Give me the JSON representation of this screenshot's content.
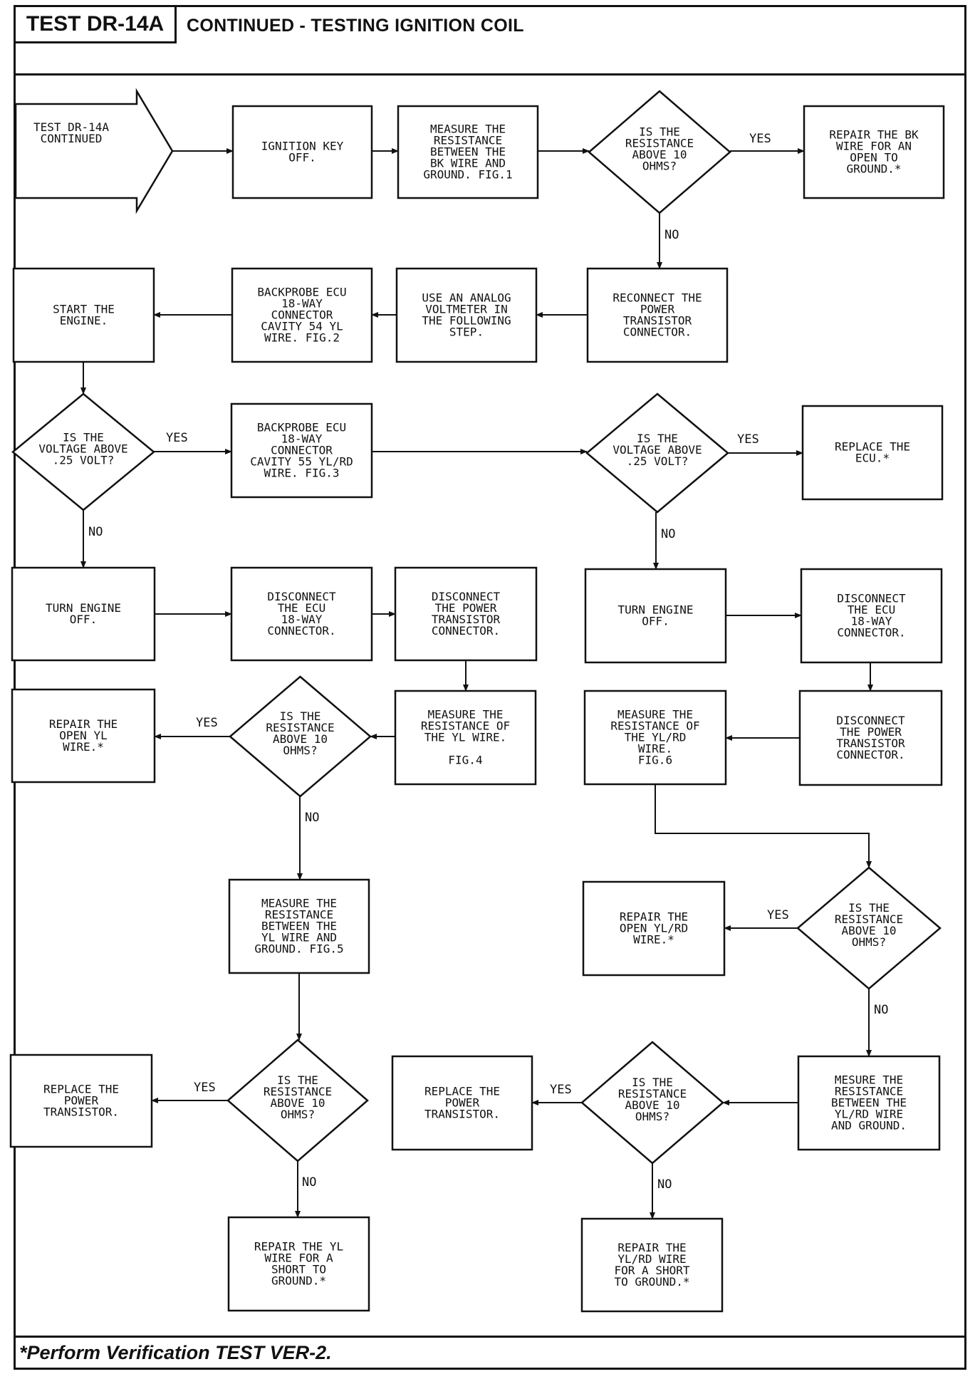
{
  "header": {
    "test_id": "TEST DR-14A",
    "title": "CONTINUED - TESTING IGNITION COIL"
  },
  "footer": {
    "note": "*Perform Verification TEST VER-2."
  },
  "flowchart": {
    "nodes": [
      {
        "id": "start",
        "shape": "arrow",
        "lines": [
          "TEST DR-14A",
          "CONTINUED"
        ]
      },
      {
        "id": "key-off",
        "shape": "box",
        "lines": [
          "IGNITION KEY",
          "OFF."
        ]
      },
      {
        "id": "measure-bk",
        "shape": "box",
        "lines": [
          "MEASURE THE",
          "RESISTANCE",
          "BETWEEN THE",
          "BK WIRE AND",
          "GROUND. FIG.1"
        ]
      },
      {
        "id": "q-bk-res",
        "shape": "diamond",
        "lines": [
          "IS THE",
          "RESISTANCE",
          "ABOVE 10",
          "OHMS?"
        ]
      },
      {
        "id": "repair-bk",
        "shape": "box",
        "lines": [
          "REPAIR THE BK",
          "WIRE FOR AN",
          "OPEN TO",
          "GROUND.*"
        ]
      },
      {
        "id": "reconnect-pt",
        "shape": "box",
        "lines": [
          "RECONNECT THE",
          "POWER",
          "TRANSISTOR",
          "CONNECTOR."
        ]
      },
      {
        "id": "use-voltmeter",
        "shape": "box",
        "lines": [
          "USE AN ANALOG",
          "VOLTMETER IN",
          "THE FOLLOWING",
          "STEP."
        ]
      },
      {
        "id": "backprobe-54",
        "shape": "box",
        "lines": [
          "BACKPROBE ECU",
          "18-WAY",
          "CONNECTOR",
          "CAVITY 54 YL",
          "WIRE. FIG.2"
        ]
      },
      {
        "id": "start-engine",
        "shape": "box",
        "lines": [
          "START THE",
          "ENGINE."
        ]
      },
      {
        "id": "q-volt-1",
        "shape": "diamond",
        "lines": [
          "IS THE",
          "VOLTAGE ABOVE",
          ".25 VOLT?"
        ]
      },
      {
        "id": "backprobe-55",
        "shape": "box",
        "lines": [
          "BACKPROBE ECU",
          "18-WAY",
          "CONNECTOR",
          "CAVITY 55 YL/RD",
          "WIRE. FIG.3"
        ]
      },
      {
        "id": "q-volt-2",
        "shape": "diamond",
        "lines": [
          "IS THE",
          "VOLTAGE ABOVE",
          ".25 VOLT?"
        ]
      },
      {
        "id": "replace-ecu",
        "shape": "box",
        "lines": [
          "REPLACE THE",
          "ECU.*"
        ]
      },
      {
        "id": "engine-off-1",
        "shape": "box",
        "lines": [
          "TURN ENGINE",
          "OFF."
        ]
      },
      {
        "id": "disc-ecu-1",
        "shape": "box",
        "lines": [
          "DISCONNECT",
          "THE ECU",
          "18-WAY",
          "CONNECTOR."
        ]
      },
      {
        "id": "disc-pt-1",
        "shape": "box",
        "lines": [
          "DISCONNECT",
          "THE POWER",
          "TRANSISTOR",
          "CONNECTOR."
        ]
      },
      {
        "id": "engine-off-2",
        "shape": "box",
        "lines": [
          "TURN ENGINE",
          "OFF."
        ]
      },
      {
        "id": "disc-ecu-2",
        "shape": "box",
        "lines": [
          "DISCONNECT",
          "THE ECU",
          "18-WAY",
          "CONNECTOR."
        ]
      },
      {
        "id": "repair-open-yl",
        "shape": "box",
        "lines": [
          "REPAIR THE",
          "OPEN YL",
          "WIRE.*"
        ]
      },
      {
        "id": "q-yl-res",
        "shape": "diamond",
        "lines": [
          "IS THE",
          "RESISTANCE",
          "ABOVE 10",
          "OHMS?"
        ]
      },
      {
        "id": "measure-yl",
        "shape": "box",
        "lines": [
          "MEASURE THE",
          "RESISTANCE OF",
          "THE YL WIRE.",
          "",
          "FIG.4"
        ]
      },
      {
        "id": "measure-ylrd",
        "shape": "box",
        "lines": [
          "MEASURE THE",
          "RESISTANCE OF",
          "THE YL/RD",
          "WIRE.",
          "FIG.6"
        ]
      },
      {
        "id": "disc-pt-2",
        "shape": "box",
        "lines": [
          "DISCONNECT",
          "THE POWER",
          "TRANSISTOR",
          "CONNECTOR."
        ]
      },
      {
        "id": "measure-yl-gnd",
        "shape": "box",
        "lines": [
          "MEASURE THE",
          "RESISTANCE",
          "BETWEEN THE",
          "YL WIRE AND",
          "GROUND. FIG.5"
        ]
      },
      {
        "id": "repair-open-ylrd",
        "shape": "box",
        "lines": [
          "REPAIR THE",
          "OPEN YL/RD",
          "WIRE.*"
        ]
      },
      {
        "id": "q-ylrd-res",
        "shape": "diamond",
        "lines": [
          "IS THE",
          "RESISTANCE",
          "ABOVE 10",
          "OHMS?"
        ]
      },
      {
        "id": "replace-pt-1",
        "shape": "box",
        "lines": [
          "REPLACE THE",
          "POWER",
          "TRANSISTOR."
        ]
      },
      {
        "id": "q-yl-gnd-res",
        "shape": "diamond",
        "lines": [
          "IS THE",
          "RESISTANCE",
          "ABOVE 10",
          "OHMS?"
        ]
      },
      {
        "id": "replace-pt-2",
        "shape": "box",
        "lines": [
          "REPLACE THE",
          "POWER",
          "TRANSISTOR."
        ]
      },
      {
        "id": "q-ylrd-gnd-res",
        "shape": "diamond",
        "lines": [
          "IS THE",
          "RESISTANCE",
          "ABOVE 10",
          "OHMS?"
        ]
      },
      {
        "id": "measure-ylrd-gnd",
        "shape": "box",
        "lines": [
          "MESURE THE",
          "RESISTANCE",
          "BETWEEN THE",
          "YL/RD WIRE",
          "AND GROUND."
        ]
      },
      {
        "id": "repair-yl-short",
        "shape": "box",
        "lines": [
          "REPAIR THE YL",
          "WIRE FOR A",
          "SHORT TO",
          "GROUND.*"
        ]
      },
      {
        "id": "repair-ylrd-short",
        "shape": "box",
        "lines": [
          "REPAIR THE",
          "YL/RD WIRE",
          "FOR A SHORT",
          "TO GROUND.*"
        ]
      }
    ],
    "edges": [
      {
        "id": "e1",
        "from": "start",
        "to": "key-off",
        "label": ""
      },
      {
        "id": "e2",
        "from": "key-off",
        "to": "measure-bk",
        "label": ""
      },
      {
        "id": "e3",
        "from": "measure-bk",
        "to": "q-bk-res",
        "label": ""
      },
      {
        "id": "e4",
        "from": "q-bk-res",
        "to": "repair-bk",
        "label": "YES"
      },
      {
        "id": "e5",
        "from": "q-bk-res",
        "to": "reconnect-pt",
        "label": "NO"
      },
      {
        "id": "e6",
        "from": "reconnect-pt",
        "to": "use-voltmeter",
        "label": ""
      },
      {
        "id": "e7",
        "from": "use-voltmeter",
        "to": "backprobe-54",
        "label": ""
      },
      {
        "id": "e8",
        "from": "backprobe-54",
        "to": "start-engine",
        "label": ""
      },
      {
        "id": "e9",
        "from": "start-engine",
        "to": "q-volt-1",
        "label": ""
      },
      {
        "id": "e10",
        "from": "q-volt-1",
        "to": "backprobe-55",
        "label": "YES"
      },
      {
        "id": "e11",
        "from": "q-volt-1",
        "to": "engine-off-1",
        "label": "NO"
      },
      {
        "id": "e12",
        "from": "backprobe-55",
        "to": "q-volt-2",
        "label": ""
      },
      {
        "id": "e13",
        "from": "q-volt-2",
        "to": "replace-ecu",
        "label": "YES"
      },
      {
        "id": "e14",
        "from": "q-volt-2",
        "to": "engine-off-2",
        "label": "NO"
      },
      {
        "id": "e15",
        "from": "engine-off-1",
        "to": "disc-ecu-1",
        "label": ""
      },
      {
        "id": "e16",
        "from": "disc-ecu-1",
        "to": "disc-pt-1",
        "label": ""
      },
      {
        "id": "e17",
        "from": "disc-pt-1",
        "to": "measure-yl",
        "label": ""
      },
      {
        "id": "e18",
        "from": "measure-yl",
        "to": "q-yl-res",
        "label": ""
      },
      {
        "id": "e19",
        "from": "q-yl-res",
        "to": "repair-open-yl",
        "label": "YES"
      },
      {
        "id": "e20",
        "from": "q-yl-res",
        "to": "measure-yl-gnd",
        "label": "NO"
      },
      {
        "id": "e21",
        "from": "engine-off-2",
        "to": "disc-ecu-2",
        "label": ""
      },
      {
        "id": "e22",
        "from": "disc-ecu-2",
        "to": "disc-pt-2",
        "label": ""
      },
      {
        "id": "e23",
        "from": "disc-pt-2",
        "to": "measure-ylrd",
        "label": ""
      },
      {
        "id": "e24",
        "from": "measure-ylrd",
        "to": "q-ylrd-res",
        "label": ""
      },
      {
        "id": "e25",
        "from": "q-ylrd-res",
        "to": "repair-open-ylrd",
        "label": "YES"
      },
      {
        "id": "e26",
        "from": "q-ylrd-res",
        "to": "measure-ylrd-gnd",
        "label": "NO"
      },
      {
        "id": "e27",
        "from": "measure-yl-gnd",
        "to": "q-yl-gnd-res",
        "label": ""
      },
      {
        "id": "e28",
        "from": "q-yl-gnd-res",
        "to": "replace-pt-1",
        "label": "YES"
      },
      {
        "id": "e29",
        "from": "q-yl-gnd-res",
        "to": "repair-yl-short",
        "label": "NO"
      },
      {
        "id": "e30",
        "from": "measure-ylrd-gnd",
        "to": "q-ylrd-gnd-res",
        "label": ""
      },
      {
        "id": "e31",
        "from": "q-ylrd-gnd-res",
        "to": "replace-pt-2",
        "label": "YES"
      },
      {
        "id": "e32",
        "from": "q-ylrd-gnd-res",
        "to": "repair-ylrd-short",
        "label": "NO"
      }
    ]
  }
}
